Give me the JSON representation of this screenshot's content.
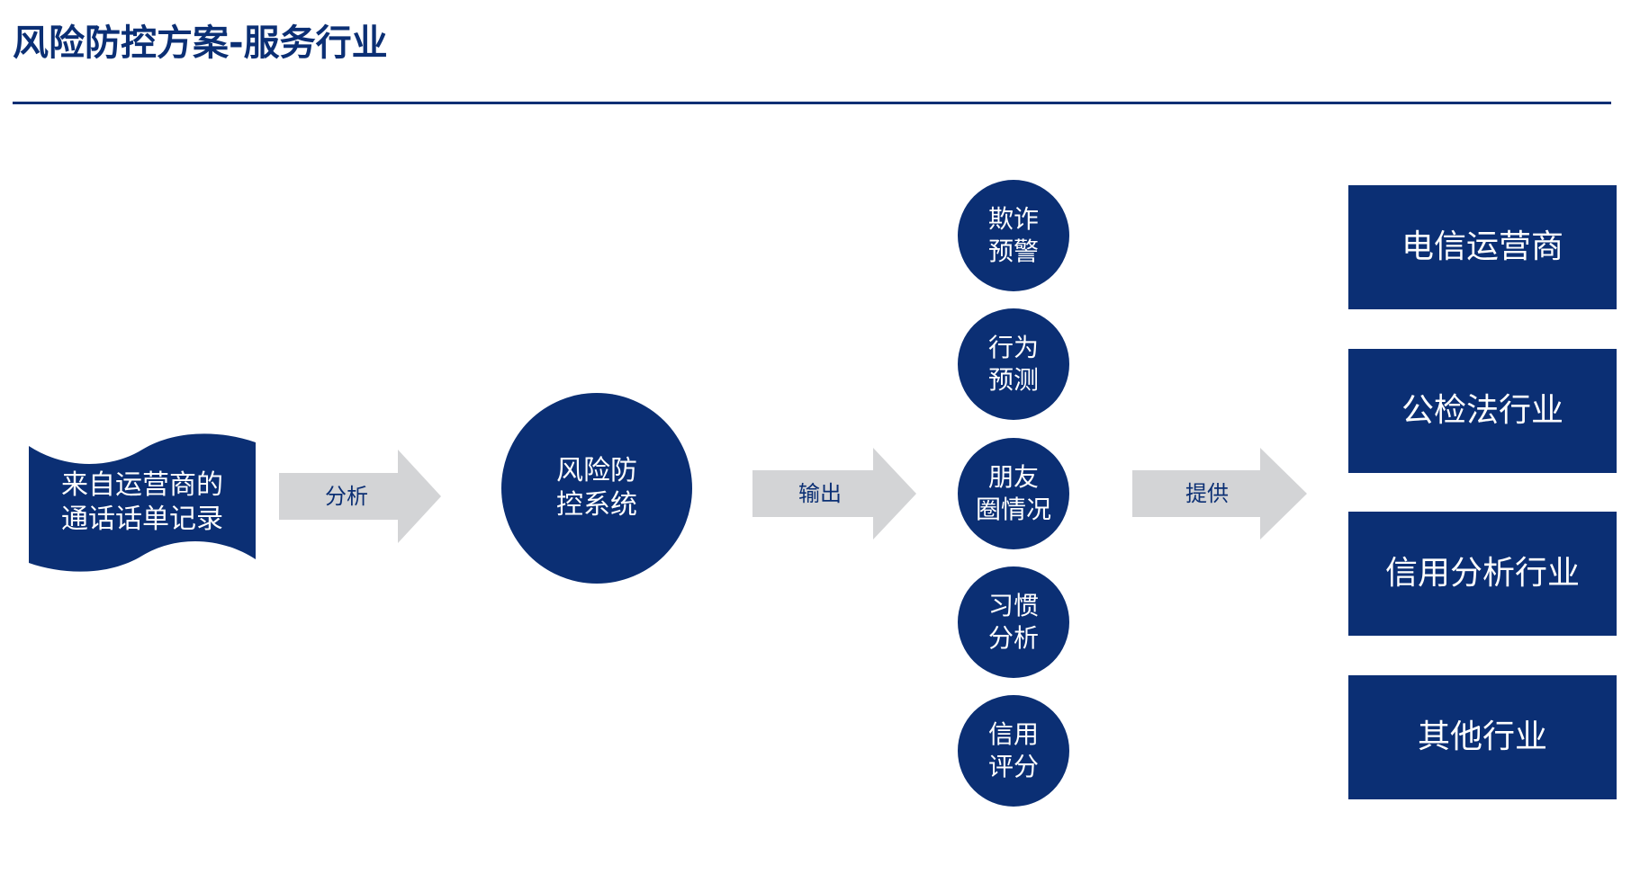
{
  "title": "风险防控方案-服务行业",
  "source": {
    "text": "来自运营商的\n通话话单记录"
  },
  "arrows": [
    {
      "label": "分析"
    },
    {
      "label": "输出"
    },
    {
      "label": "提供"
    }
  ],
  "core": {
    "text": "风险防\n控系统"
  },
  "outputs": [
    {
      "text": "欺诈\n预警"
    },
    {
      "text": "行为\n预测"
    },
    {
      "text": "朋友\n圈情况"
    },
    {
      "text": "习惯\n分析"
    },
    {
      "text": "信用\n评分"
    }
  ],
  "industries": [
    {
      "text": "电信运营商"
    },
    {
      "text": "公检法行业"
    },
    {
      "text": "信用分析行业"
    },
    {
      "text": "其他行业"
    }
  ],
  "colors": {
    "primary": "#0b2f74",
    "arrow": "#d3d4d6",
    "rule": "#0b2f74"
  }
}
